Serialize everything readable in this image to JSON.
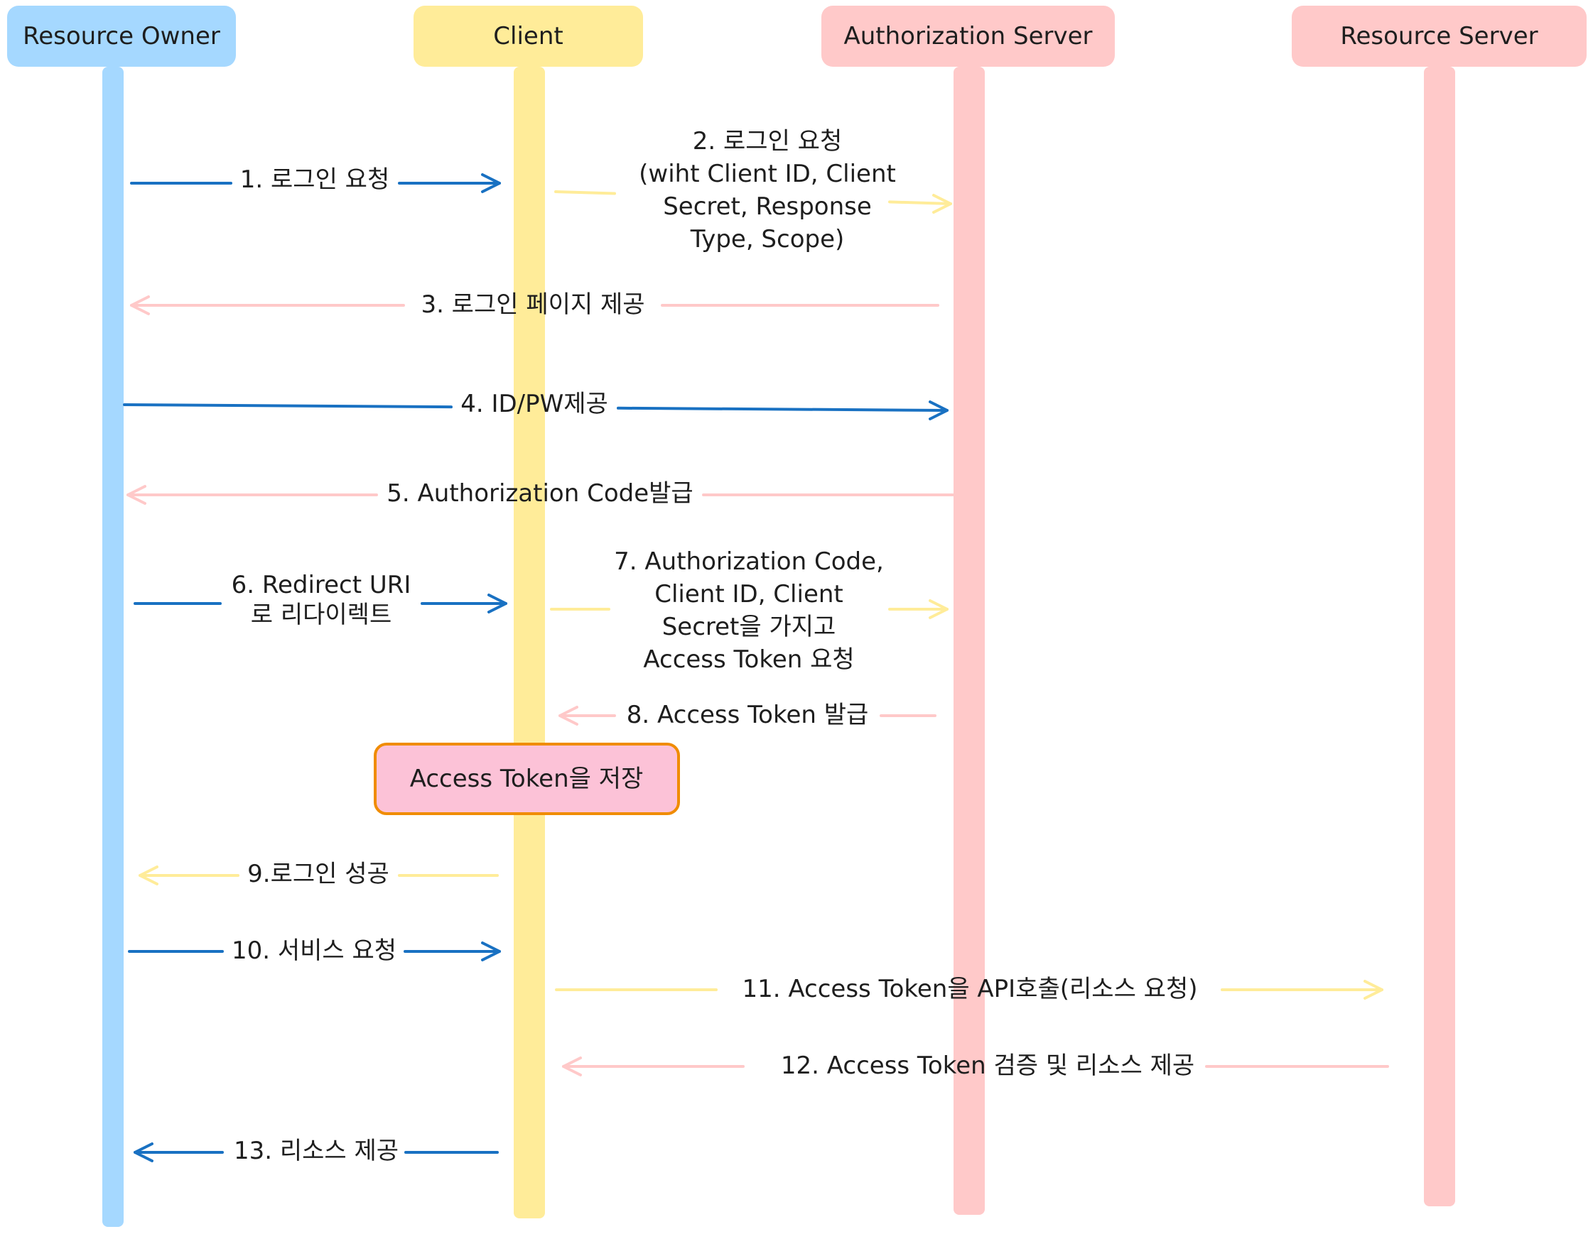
{
  "colors": {
    "blue_fill": "#a5d8ff",
    "yellow_fill": "#ffec99",
    "pink_fill": "#ffc9c9",
    "blue_arrow": "#1971c2",
    "yellow_arrow": "#ffec99",
    "pink_arrow": "#ffc9c9",
    "note_fill": "#fcc2d7",
    "note_stroke": "#f08c00"
  },
  "participants": [
    {
      "id": "resource-owner",
      "label": "Resource Owner",
      "color": "blue"
    },
    {
      "id": "client",
      "label": "Client",
      "color": "yellow"
    },
    {
      "id": "authorization-server",
      "label": "Authorization Server",
      "color": "pink"
    },
    {
      "id": "resource-server",
      "label": "Resource Server",
      "color": "pink"
    }
  ],
  "messages": [
    {
      "step": 1,
      "from": "resource-owner",
      "to": "client",
      "color": "blue",
      "lines": [
        "1. 로그인 요청"
      ]
    },
    {
      "step": 2,
      "from": "client",
      "to": "authorization-server",
      "color": "yellow",
      "lines": [
        "2. 로그인 요청",
        "(wiht Client ID, Client",
        "Secret, Response",
        "Type, Scope)"
      ]
    },
    {
      "step": 3,
      "from": "authorization-server",
      "to": "resource-owner",
      "color": "pink",
      "lines": [
        "3. 로그인 페이지 제공"
      ]
    },
    {
      "step": 4,
      "from": "resource-owner",
      "to": "authorization-server",
      "color": "blue",
      "lines": [
        "4. ID/PW제공"
      ]
    },
    {
      "step": 5,
      "from": "authorization-server",
      "to": "resource-owner",
      "color": "pink",
      "lines": [
        "5. Authorization Code발급"
      ]
    },
    {
      "step": 6,
      "from": "resource-owner",
      "to": "client",
      "color": "blue",
      "lines": [
        "6. Redirect URI",
        "로 리다이렉트"
      ]
    },
    {
      "step": 7,
      "from": "client",
      "to": "authorization-server",
      "color": "yellow",
      "lines": [
        "7. Authorization Code,",
        "Client ID, Client",
        "Secret을 가지고",
        "Access Token 요청"
      ]
    },
    {
      "step": 8,
      "from": "authorization-server",
      "to": "client",
      "color": "pink",
      "lines": [
        "8. Access Token 발급"
      ]
    },
    {
      "step": 9,
      "from": "client",
      "to": "resource-owner",
      "color": "yellow",
      "lines": [
        "9.로그인 성공"
      ]
    },
    {
      "step": 10,
      "from": "resource-owner",
      "to": "client",
      "color": "blue",
      "lines": [
        "10. 서비스 요청"
      ]
    },
    {
      "step": 11,
      "from": "client",
      "to": "resource-server",
      "color": "yellow",
      "lines": [
        "11. Access Token을 API호출(리소스 요청)"
      ]
    },
    {
      "step": 12,
      "from": "resource-server",
      "to": "client",
      "color": "pink",
      "lines": [
        "12. Access Token 검증 및 리소스 제공"
      ]
    },
    {
      "step": 13,
      "from": "client",
      "to": "resource-owner",
      "color": "blue",
      "lines": [
        "13. 리소스 제공"
      ]
    }
  ],
  "note": {
    "participant": "client",
    "label": "Access Token을 저장"
  }
}
